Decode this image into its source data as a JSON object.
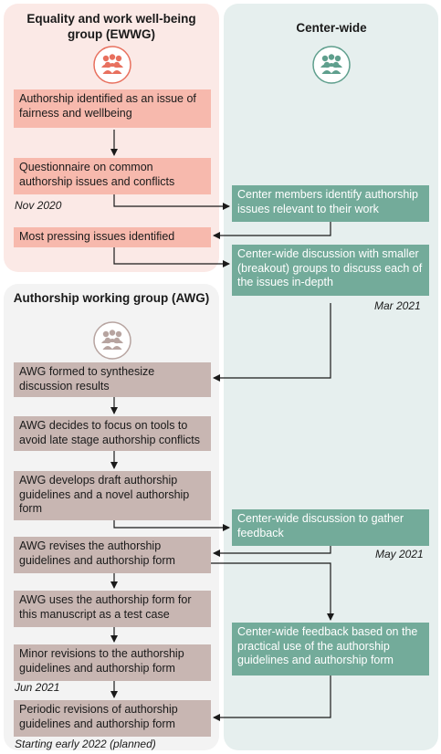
{
  "ewwg": {
    "title": "Equality and work well-being group (EWWG)",
    "steps": [
      "Authorship identified as an issue of fairness and wellbeing",
      "Questionnaire on common authorship issues and conflicts",
      "Most pressing issues identified"
    ],
    "date_questionnaire": "Nov 2020"
  },
  "center": {
    "title": "Center-wide",
    "steps": [
      "Center members identify authorship issues relevant to their work",
      "Center-wide discussion with smaller (breakout) groups to discuss each of the issues in-depth",
      "Center-wide discussion to gather feedback",
      "Center-wide feedback based on the practical use of the authorship guidelines and authorship form"
    ],
    "date_discussion": "Mar 2021",
    "date_feedback": "May 2021"
  },
  "awg": {
    "title": "Authorship working group (AWG)",
    "steps": [
      "AWG formed to synthesize discussion results",
      "AWG decides to focus on tools to avoid late stage authorship conflicts",
      "AWG develops draft authorship guidelines and a novel authorship form",
      "AWG revises the authorship guidelines and authorship form",
      "AWG uses the authorship form for this manuscript as a test case",
      "Minor revisions to the authorship guidelines and authorship form",
      "Periodic revisions of authorship guidelines and authorship form"
    ],
    "date_minor": "Jun 2021",
    "date_periodic": "Starting early 2022 (planned)"
  },
  "colors": {
    "ewwg_icon": "#e8705e",
    "center_icon": "#5f9f8d",
    "awg_icon": "#b7a4a0"
  },
  "icons": [
    "people-group-icon"
  ]
}
